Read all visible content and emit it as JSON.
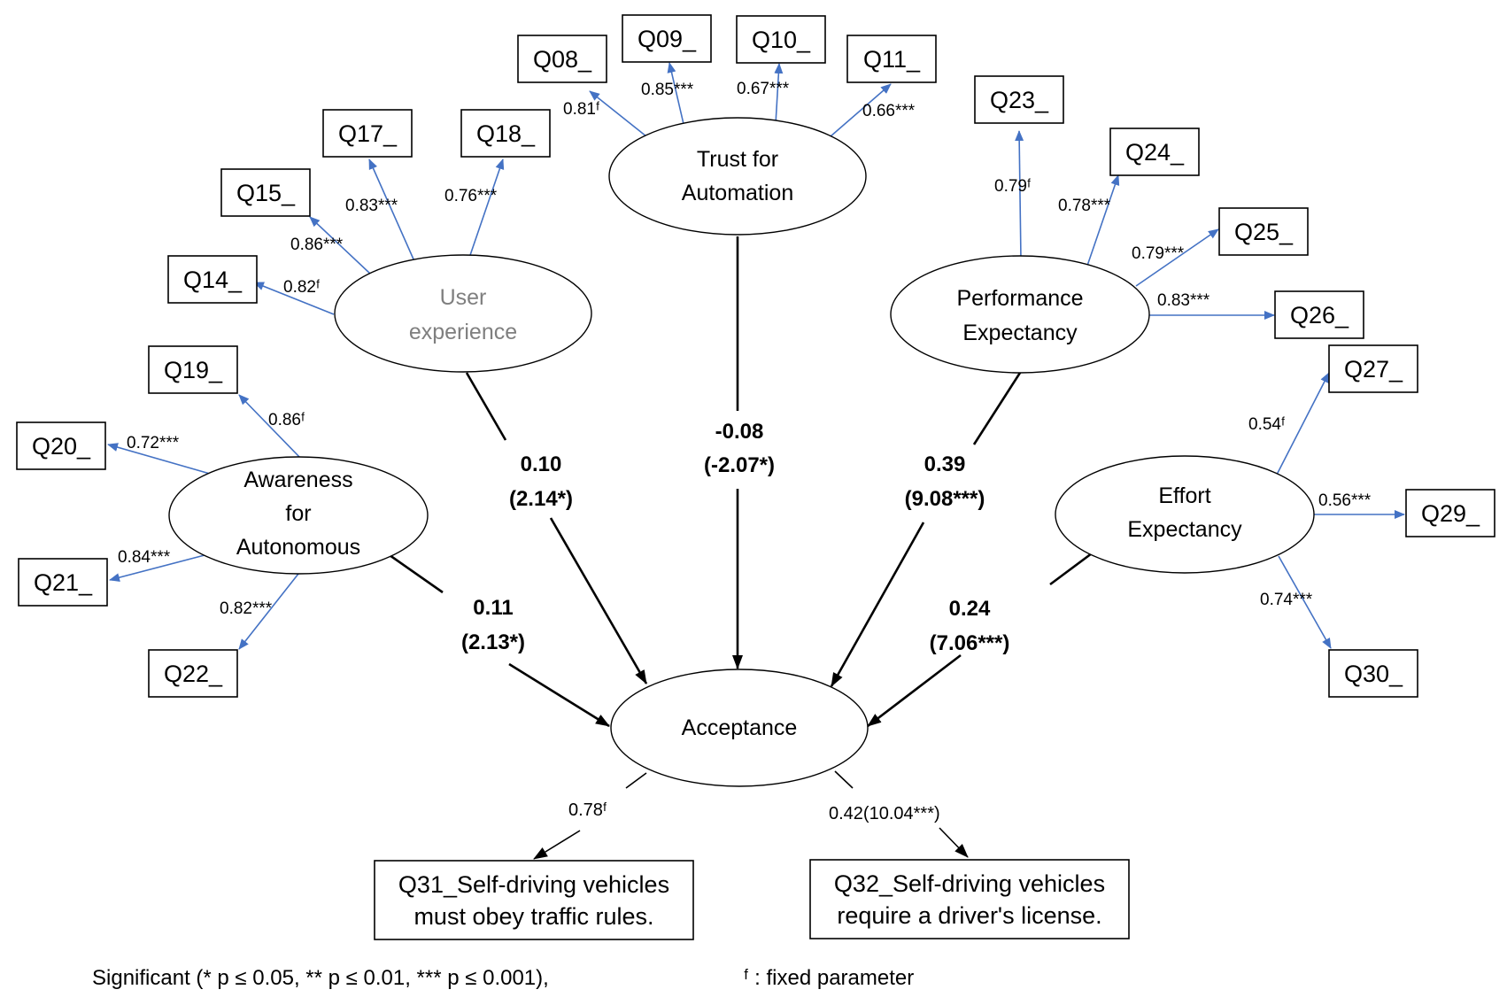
{
  "latents": {
    "trust": [
      "Trust for",
      "Automation"
    ],
    "user_experience": [
      "User",
      "experience"
    ],
    "performance": [
      "Performance",
      "Expectancy"
    ],
    "awareness": [
      "Awareness",
      "for",
      "Autonomous"
    ],
    "effort": [
      "Effort",
      "Expectancy"
    ],
    "acceptance": [
      "Acceptance"
    ]
  },
  "indicators": {
    "Q08": "Q08_",
    "Q09": "Q09_",
    "Q10": "Q10_",
    "Q11": "Q11_",
    "Q14": "Q14_",
    "Q15": "Q15_",
    "Q17": "Q17_",
    "Q18": "Q18_",
    "Q19": "Q19_",
    "Q20": "Q20_",
    "Q21": "Q21_",
    "Q22": "Q22_",
    "Q23": "Q23_",
    "Q24": "Q24_",
    "Q25": "Q25_",
    "Q26": "Q26_",
    "Q27": "Q27_",
    "Q29": "Q29_",
    "Q30": "Q30_"
  },
  "outcome_indicators": {
    "Q31": [
      "Q31_Self-driving vehicles",
      "must obey traffic rules."
    ],
    "Q32": [
      "Q32_Self-driving vehicles",
      "require a driver's license."
    ]
  },
  "loadings": {
    "Q08": "0.81ᶠ",
    "Q09": "0.85***",
    "Q10": "0.67***",
    "Q11": "0.66***",
    "Q14": "0.82ᶠ",
    "Q15": "0.86***",
    "Q17": "0.83***",
    "Q18": "0.76***",
    "Q19": "0.86ᶠ",
    "Q20": "0.72***",
    "Q21": "0.84***",
    "Q22": "0.82***",
    "Q23": "0.79ᶠ",
    "Q24": "0.78***",
    "Q25": "0.79***",
    "Q26": "0.83***",
    "Q27": "0.54ᶠ",
    "Q29": "0.56***",
    "Q30": "0.74***",
    "Q31": "0.78ᶠ",
    "Q32": "0.42(10.04***)"
  },
  "paths": {
    "trust": [
      "-0.08",
      "(-2.07*)"
    ],
    "user_experience": [
      "0.10",
      "(2.14*)"
    ],
    "performance": [
      "0.39",
      "(9.08***)"
    ],
    "awareness": [
      "0.11",
      "(2.13*)"
    ],
    "effort": [
      "0.24",
      "(7.06***)"
    ]
  },
  "footnote": {
    "significance": "Significant (* p ≤  0.05, ** p ≤  0.01, *** p ≤  0.001),",
    "fixed": "ᶠ : fixed parameter"
  },
  "colors": {
    "loading_line": "#4472c4",
    "structural_line": "#000000",
    "user_experience_label": "#7f7f7f"
  }
}
